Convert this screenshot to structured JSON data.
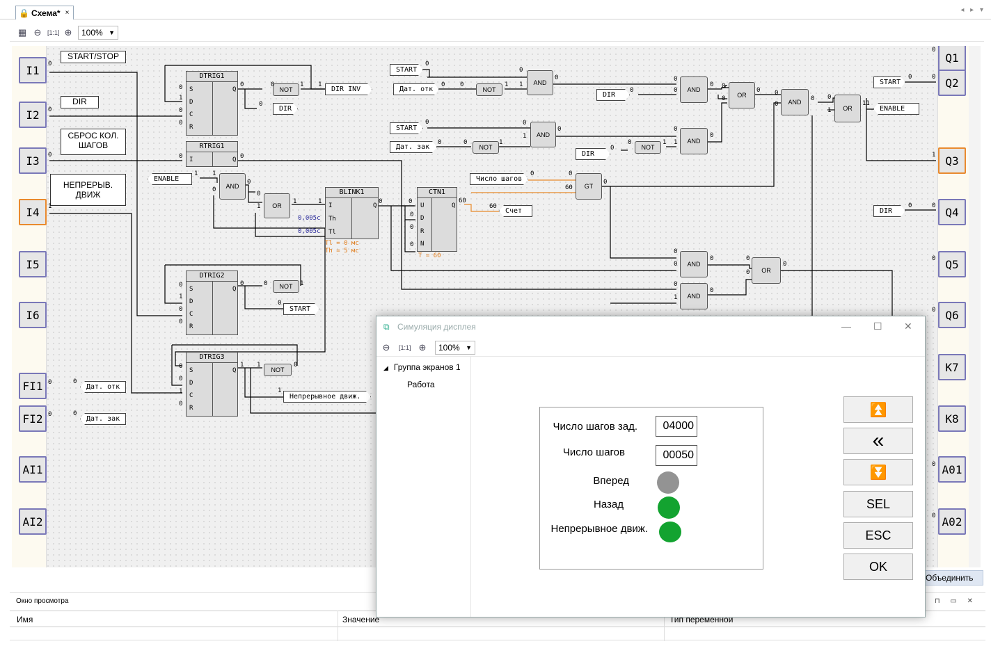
{
  "tab": {
    "title": "Схема*"
  },
  "toolbar": {
    "zoom": "100%"
  },
  "inputs": [
    "I1",
    "I2",
    "I3",
    "I4",
    "I5",
    "I6",
    "FI1",
    "FI2",
    "AI1",
    "AI2"
  ],
  "outputs": [
    "Q1",
    "Q2",
    "Q3",
    "Q4",
    "Q5",
    "Q6",
    "K7",
    "K8",
    "A01",
    "A02"
  ],
  "comments": {
    "start_stop": "START/STOP",
    "dir": "DIR",
    "reset": "СБРОС КОЛ. ШАГОВ",
    "cont": "НЕПРЕРЫВ. ДВИЖ"
  },
  "blocks": {
    "dtrig1": "DTRIG1",
    "rtrig1": "RTRIG1",
    "blink1": "BLINK1",
    "ctn1": "CTN1",
    "dtrig2": "DTRIG2",
    "dtrig3": "DTRIG3",
    "pin_s": "S",
    "pin_d": "D",
    "pin_c": "C",
    "pin_r": "R",
    "pin_q": "Q",
    "pin_i": "I",
    "pin_th": "Th",
    "pin_tl": "Tl",
    "pin_u": "U",
    "pin_n": "N"
  },
  "gates": {
    "and": "AND",
    "or": "OR",
    "not": "NOT",
    "gt": "GT"
  },
  "tags": {
    "dir_inv": "DIR INV",
    "dir": "DIR",
    "enable": "ENABLE",
    "start": "START",
    "dat_otk": "Дат. отк",
    "dat_zak": "Дат. зак",
    "count": "Счет",
    "steps": "Число шагов",
    "cont_move": "Непрерывное движ."
  },
  "params": {
    "v005": "0,005c",
    "tl": "Tl = 0 мс",
    "th": "Th = 5 мс",
    "t60": "T = 60"
  },
  "values": {
    "zero": "0",
    "one": "1",
    "eleven": "11",
    "sixty": "60"
  },
  "bottom": {
    "title": "Окно просмотра",
    "col_name": "Имя",
    "col_value": "Значение",
    "col_type": "Тип переменной",
    "combine": "Объединить"
  },
  "dialog": {
    "title": "Симуляция дисплея",
    "zoom": "100%",
    "tree_group": "Группа экранов 1",
    "tree_item": "Работа",
    "field1_label": "Число шагов зад.",
    "field1_value": "04000",
    "field2_label": "Число шагов",
    "field2_value": "00050",
    "lamp1_label": "Вперед",
    "lamp2_label": "Назад",
    "lamp3_label": "Непрерывное движ.",
    "lamp_colors": {
      "off": "#939393",
      "on": "#13a330"
    },
    "keys": {
      "up": "⏫",
      "left": "«",
      "down": "⏬",
      "sel": "SEL",
      "esc": "ESC",
      "ok": "OK"
    }
  }
}
